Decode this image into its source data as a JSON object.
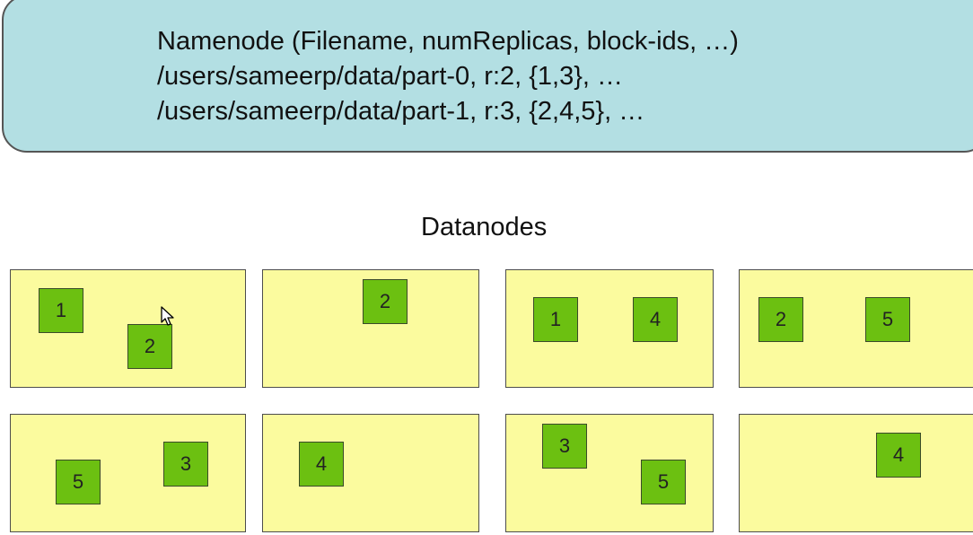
{
  "namenode": {
    "lines": [
      "Namenode (Filename, numReplicas, block-ids, …)",
      "/users/sameerp/data/part-0, r:2, {1,3}, …",
      "/users/sameerp/data/part-1, r:3, {2,4,5}, …"
    ]
  },
  "datanodes_title": "Datanodes",
  "datanodes": [
    {
      "blocks": [
        "1",
        "2"
      ]
    },
    {
      "blocks": [
        "2"
      ]
    },
    {
      "blocks": [
        "1",
        "4"
      ]
    },
    {
      "blocks": [
        "2",
        "5"
      ]
    },
    {
      "blocks": [
        "5",
        "3"
      ]
    },
    {
      "blocks": [
        "4"
      ]
    },
    {
      "blocks": [
        "3",
        "5"
      ]
    },
    {
      "blocks": [
        "4"
      ]
    }
  ],
  "colors": {
    "namenode_fill": "#b3dfe3",
    "datanode_fill": "#fbfb9e",
    "block_fill": "#6cc011"
  },
  "icons": {
    "pointer": "mouse-pointer-icon"
  }
}
